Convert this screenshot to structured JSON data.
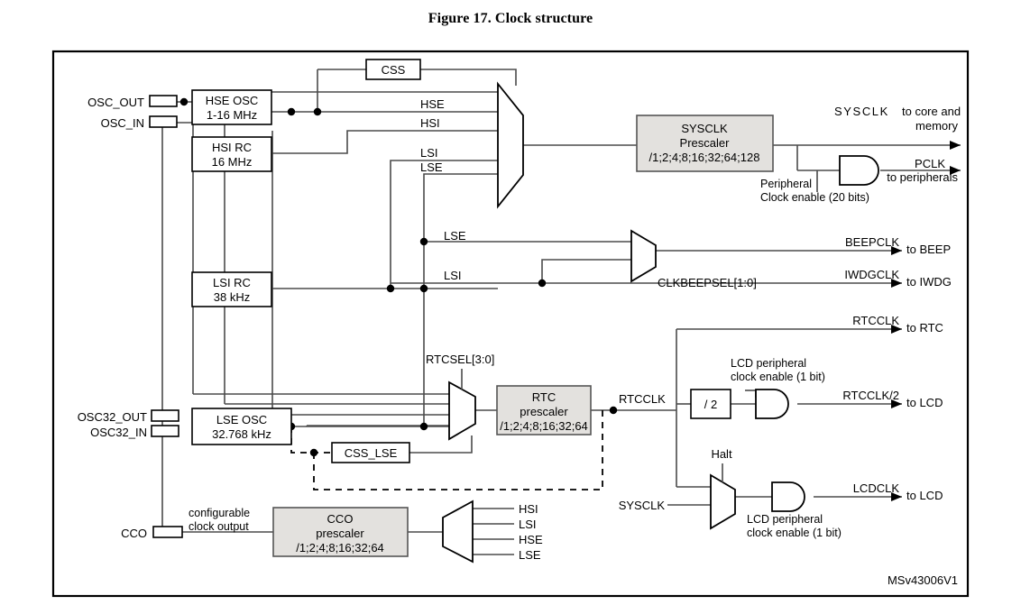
{
  "figure": {
    "title": "Figure 17. Clock structure",
    "ref_id": "MSv43006V1"
  },
  "pins": [
    {
      "name": "OSC_OUT",
      "label": "OSC_OUT"
    },
    {
      "name": "OSC_IN",
      "label": "OSC_IN"
    },
    {
      "name": "OSC32_OUT",
      "label": "OSC32_OUT"
    },
    {
      "name": "OSC32_IN",
      "label": "OSC32_IN"
    },
    {
      "name": "CCO",
      "label": "CCO"
    }
  ],
  "blocks": {
    "hse_osc": {
      "line1": "HSE OSC",
      "line2": "1-16 MHz"
    },
    "hsi_rc": {
      "line1": "HSI RC",
      "line2": "16 MHz"
    },
    "lsi_rc": {
      "line1": "LSI RC",
      "line2": "38 kHz"
    },
    "lse_osc": {
      "line1": "LSE OSC",
      "line2": "32.768 kHz"
    },
    "css": {
      "label": "CSS"
    },
    "css_lse": {
      "label": "CSS_LSE"
    },
    "sysclk_prescaler": {
      "line1": "SYSCLK",
      "line2": "Prescaler",
      "line3": "/1;2;4;8;16;32;64;128"
    },
    "rtc_prescaler": {
      "line1": "RTC",
      "line2": "prescaler",
      "line3": "/1;2;4;8;16;32;64"
    },
    "cco_prescaler": {
      "line1": "CCO",
      "line2": "prescaler",
      "line3": "/1;2;4;8;16;32;64"
    },
    "div2": {
      "label": "/ 2"
    }
  },
  "mux_inputs": {
    "sysclk": [
      "HSE",
      "HSI",
      "LSI",
      "LSE"
    ],
    "cco": [
      "HSI",
      "LSI",
      "HSE",
      "LSE"
    ],
    "beep": [
      "LSE",
      "LSI"
    ]
  },
  "selects": {
    "rtcsel": "RTCSEL[3:0]",
    "clkbeepsel": "CLKBEEPSEL[1:0]",
    "halt": "Halt"
  },
  "signals": {
    "rtcclk": "RTCCLK",
    "sysclk_in": "SYSCLK"
  },
  "outputs": [
    {
      "name": "sysclk-out",
      "signal": "SYSCLK",
      "dest_line1": "to core and",
      "dest_line2": "memory"
    },
    {
      "name": "pclk-out",
      "signal": "PCLK",
      "dest_line1": "to peripherals",
      "dest_line2": ""
    },
    {
      "name": "beepclk-out",
      "signal": "BEEPCLK",
      "dest_line1": "to BEEP",
      "dest_line2": ""
    },
    {
      "name": "iwdgclk-out",
      "signal": "IWDGCLK",
      "dest_line1": "to IWDG",
      "dest_line2": ""
    },
    {
      "name": "rtcclk-out",
      "signal": "RTCCLK",
      "dest_line1": "to RTC",
      "dest_line2": ""
    },
    {
      "name": "rtcclk2-out",
      "signal": "RTCCLK/2",
      "dest_line1": "to LCD",
      "dest_line2": ""
    },
    {
      "name": "lcdclk-out",
      "signal": "LCDCLK",
      "dest_line1": "to LCD",
      "dest_line2": ""
    }
  ],
  "notes": {
    "periph_clk_en_1": "Peripheral",
    "periph_clk_en_2": "Clock enable (20 bits)",
    "lcd_clk_en_top_1": "LCD peripheral",
    "lcd_clk_en_top_2": "clock enable (1 bit)",
    "lcd_clk_en_bot_1": "LCD peripheral",
    "lcd_clk_en_bot_2": "clock enable (1 bit)",
    "cco_note_1": "configurable",
    "cco_note_2": "clock output"
  }
}
